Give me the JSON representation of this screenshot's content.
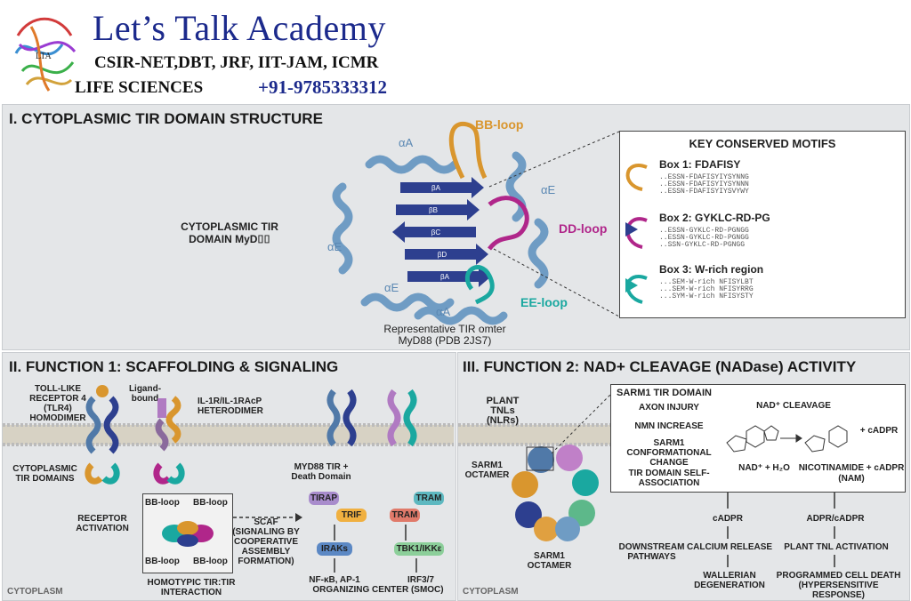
{
  "header": {
    "title": "Let’s Talk Academy",
    "line1": "CSIR-NET,DBT, JRF, IIT-JAM, ICMR",
    "line2": "LIFE SCIENCES",
    "phone": "+91-9785333312",
    "logo_text": "LTA"
  },
  "section1": {
    "title": "I. CYTOPLASMIC TIR DOMAIN STRUCTURE",
    "domain_label": "CYTOPLASMIC TIR DOMAIN MyD⌷⌷",
    "helix_labels": [
      "αA",
      "αE",
      "αE",
      "αE",
      "αA"
    ],
    "strand_labels": [
      "βA",
      "βB",
      "βC",
      "βD",
      "βA"
    ],
    "loops": {
      "bb": "BB-loop",
      "dd": "DD-loop",
      "ee": "EE-loop"
    },
    "caption_line1": "Representative TIR omter",
    "caption_line2": "MyD88 (PDB 2JS7)",
    "motifs_title": "KEY CONSERVED MOTIFS",
    "box1_title": "Box 1: FDAFISY",
    "box1_seqs": [
      "..ESSN-FDAFISYIYSYNNG",
      "..ESSN-FDAFISYIYSYNNN",
      "..ESSN-FDAFISYIYSVYWY"
    ],
    "box2_title": "Box 2: GYKLC-RD-PG",
    "box2_seqs": [
      "..ESSN-GYKLC-RD-PGNGG",
      "..ESSN-GYKLC-RD-PGNGG",
      "..SSN-GYKLC-RD-PGNGG"
    ],
    "box3_title": "Box 3: W-rich region",
    "box3_seqs": [
      "...SEM-W-rich NFISYLBT",
      "...SEM-W-rich NFISYRRG",
      "...SYM-W-rich NFISYSTY"
    ]
  },
  "section2": {
    "title": "II. FUNCTION 1: SCAFFOLDING & SIGNALING",
    "tlr4": "TOLL-LIKE RECEPTOR 4 (TLR4) HOMODIMER",
    "ligand": "Ligand-bound",
    "il1r": "IL-1R/IL-1RAcP HETERODIMER",
    "cyto_tir": "CYTOPLASMIC TIR DOMAINS",
    "receptor_activation": "RECEPTOR ACTIVATION",
    "bb_loop": "BB-loop",
    "homotypic": "HOMOTYPIC TIR:TIR INTERACTION",
    "scaf": "SCAF (SIGNALING BY COOPERATIVE ASSEMBLY FORMATION)",
    "myd88": "MYD88 TIR + Death Domain",
    "tirap": "TIRAP",
    "trif": "TRIF",
    "tram1": "TRAM",
    "tram2": "TRAM",
    "iraks": "IRAKs",
    "tbk": "TBK1/IKKε",
    "nfkb": "NF-κB, AP-1",
    "irf": "IRF3/7",
    "smoc": "ORGANIZING CENTER (SMOC)",
    "cytoplasm": "CYTOPLASM"
  },
  "section3": {
    "title": "III. FUNCTION 2: NAD+ CLEAVAGE (NADase) ACTIVITY",
    "plant_tnls": "PLANT TNLs (NLRs)",
    "sarm1_octamer_left": "SARM1 OCTAMER",
    "sarm1_octamer_bottom": "SARM1 OCTAMER",
    "sarm_box_title": "SARM1 TIR DOMAIN",
    "axon": "AXON INJURY",
    "nmn": "NMN INCREASE",
    "sarm1_change": "SARM1 CONFORMATIONAL CHANGE",
    "tir_assoc": "TIR DOMAIN SELF-ASSOCIATION",
    "nad_cleavage": "NAD⁺ CLEAVAGE",
    "nad_h2o": "NAD⁺ + H₂O",
    "plus_cadpr": "+ cADPR",
    "nicotinamide": "NICOTINAMIDE + cADPR",
    "nam": "(NAM)",
    "cadpr": "cADPR",
    "adpr": "ADPR/cADPR",
    "downstream": "DOWNSTREAM PATHWAYS",
    "calcium": "CALCIUM RELEASE",
    "plant_act": "PLANT TNL ACTIVATION",
    "wallerian": "WALLERIAN DEGENERATION",
    "pcd": "PROGRAMMED CELL DEATH",
    "hr": "(HYPERSENSITIVE RESPONSE)",
    "cytoplasm": "CYTOPLASM"
  },
  "colors": {
    "helix": "#6f9cc4",
    "strand": "#2d3f8f",
    "bb_loop": "#d9962e",
    "dd_loop": "#b0268a",
    "ee_loop": "#1aa8a0",
    "panel": "#e4e6e8",
    "title_blue": "#1c2a8c"
  }
}
